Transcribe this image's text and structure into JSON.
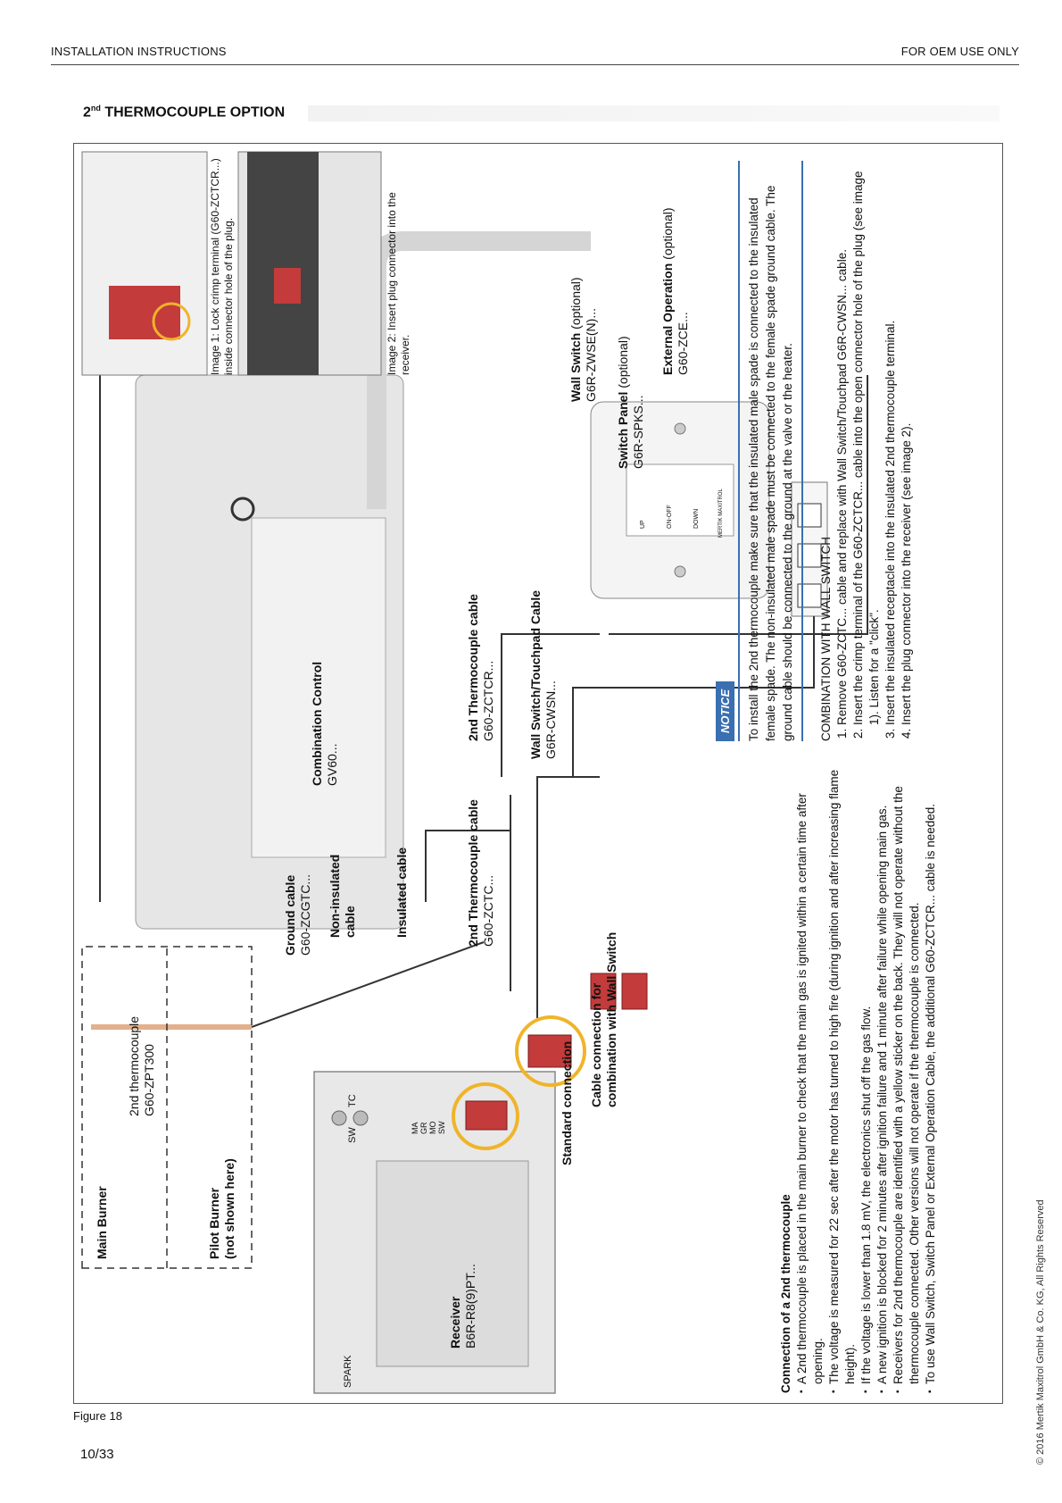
{
  "header": {
    "left": "INSTALLATION INSTRUCTIONS",
    "right": "FOR OEM USE ONLY"
  },
  "section": {
    "prefix": "2",
    "sup": "nd",
    "title": " THERMOCOUPLE OPTION"
  },
  "figure": {
    "main_burner": "Main Burner",
    "thermo2_title": "2nd thermocouple",
    "thermo2_part": "G60-ZPT300",
    "pilot_burner": "Pilot Burner",
    "pilot_note": "(not shown here)",
    "receiver_title": "Receiver",
    "receiver_part": "B6R-R8(9)PT...",
    "spark": "SPARK",
    "sw": "SW",
    "tc": "TC",
    "standard_connection": "Standard connection",
    "cable_conn_line1": "Cable connection for",
    "cable_conn_line2": "combination with Wall Switch",
    "ground_cable_title": "Ground cable",
    "ground_cable_part": "G60-ZCGTC...",
    "non_insulated_line1": "Non-insulated",
    "non_insulated_line2": "cable",
    "insulated_cable": "Insulated cable",
    "tc_cable1_title": "2nd Thermocouple cable",
    "tc_cable1_part": "G60-ZCTC...",
    "tc_cable2_title": "2nd Thermocouple cable",
    "tc_cable2_part": "G60-ZCTCR...",
    "comb_control_title": "Combination Control",
    "comb_control_part": "GV60...",
    "wall_touch_title": "Wall Switch/Touchpad Cable",
    "wall_touch_part": "G6R-CWSN...",
    "wall_switch_title": "Wall Switch",
    "wall_switch_opt": " (optional)",
    "wall_switch_part": "G6R-ZWSE(N)...",
    "switch_panel_title": "Switch Panel",
    "switch_panel_opt": " (optional)",
    "switch_panel_part": "G6R-SPKS...",
    "ext_op_title": "External Operation",
    "ext_op_opt": " (optional)",
    "ext_op_part": "G60-ZCE...",
    "image1_caption": "Image 1: Lock crimp terminal (G60-ZCTCR...) inside connector hole of the plug.",
    "image2_caption": "Image 2: Insert plug connector into the receiver.",
    "receiver_pins": [
      "MA",
      "GR",
      "MO",
      "SW"
    ],
    "wall_switch_face": [
      "UP",
      "ON-OFF",
      "DOWN",
      "MERTIK MAXITROL"
    ]
  },
  "body": {
    "connection_title": "Connection of a 2nd thermocouple",
    "bullets": [
      "A 2nd thermocouple is placed in the main burner to check that the main gas is ignited within a certain time after opening.",
      "The voltage is measured for 22 sec after the motor has turned to high fire (during ignition and after increasing flame height).",
      "If the voltage is lower than 1.8 mV, the electronics shut off the gas flow.",
      "A new ignition is blocked for 2 minutes after ignition failure and 1 minute after failure while opening main gas.",
      "Receivers for 2nd thermocouple are identified with a yellow sticker on the back. They will not operate without the thermocouple connected. Other versions will not operate if the thermocouple is connected.",
      "To use Wall Switch, Switch Panel or External Operation Cable, the additional G60-ZCTCR... cable is needed."
    ],
    "notice_tag": "NOTICE",
    "notice_text": "To install the 2nd thermocouple make sure that the insulated male spade is connected to the insulated female spade. The non-insulated male spade must be connected to the female spade ground cable. The ground cable should be connected to the ground at the valve or the heater.",
    "combination_title": "COMBINATION WITH WALL SWITCH",
    "steps": [
      "Remove G60-ZCTC... cable and replace with Wall Switch/Touchpad G6R-CWSN... cable.",
      "Insert the crimp terminal of the G60-ZCTCR... cable into the open connector hole of the plug (see image 1). Listen for a \"click\".",
      "Insert the insulated receptacle into the insulated 2nd thermocouple terminal.",
      "Insert the plug connector into the receiver (see image 2)."
    ]
  },
  "footer": {
    "figure_label": "Figure 18",
    "page": "10/33",
    "copyright": "© 2016 Mertik Maxitrol GmbH & Co. KG, All Rights Reserved"
  },
  "colors": {
    "notice_blue": "#3a6fb0",
    "highlight_yellow": "#f0b429",
    "connector_red": "#c33b3b"
  }
}
